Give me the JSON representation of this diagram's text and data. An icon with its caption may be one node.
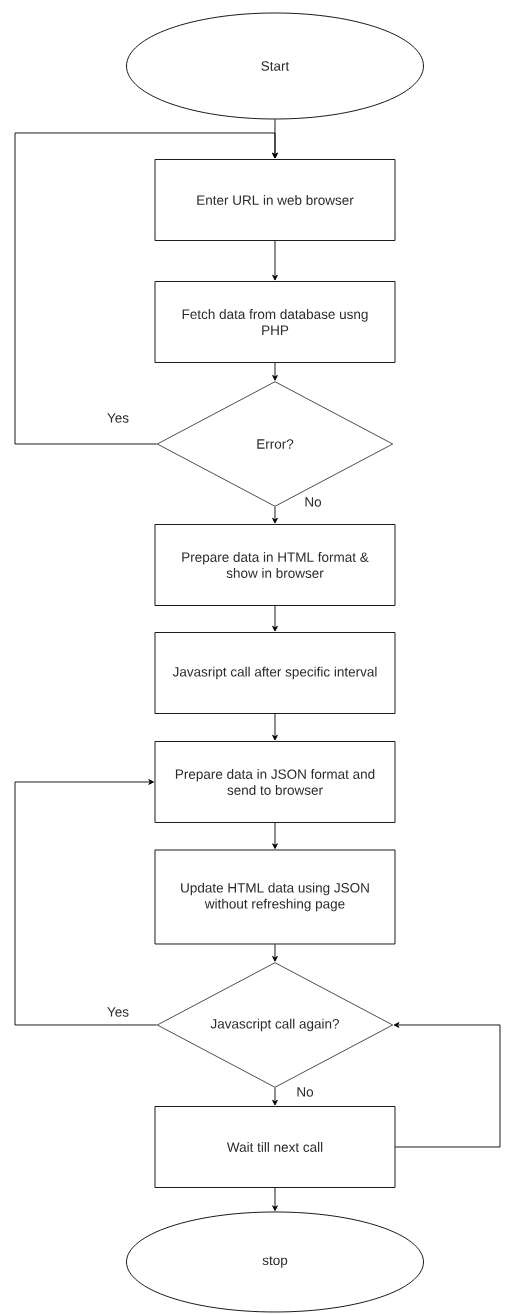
{
  "diagram": {
    "nodes": [
      {
        "text": [
          "Start"
        ]
      },
      {
        "text": [
          "Enter URL in web browser"
        ]
      },
      {
        "text": [
          "Fetch data from database usng PHP"
        ]
      },
      {
        "text": [
          "Error?"
        ]
      },
      {
        "text": [
          "Prepare data in HTML format & show in browser"
        ]
      },
      {
        "text": [
          "Javasript call after specific interval"
        ]
      },
      {
        "text": [
          "Prepare data in JSON format and send to browser"
        ]
      },
      {
        "text": [
          "Update HTML data using JSON without refreshing page"
        ]
      },
      {
        "text": [
          "Javascript call again?"
        ]
      },
      {
        "text": [
          "Wait till next call"
        ]
      },
      {
        "text": [
          "stop"
        ]
      }
    ],
    "edges": [
      {
        "from": 0,
        "to": 1,
        "arrow": "to"
      },
      {
        "from": 1,
        "to": 2,
        "arrow": "to"
      },
      {
        "from": 2,
        "to": 3,
        "arrow": "to"
      },
      {
        "from": 3,
        "to": 1,
        "arrow": "to",
        "label": "Yes"
      },
      {
        "from": 3,
        "to": 4,
        "arrow": "to",
        "label": "No"
      },
      {
        "from": 4,
        "to": 5,
        "arrow": "to"
      },
      {
        "from": 5,
        "to": 6,
        "arrow": "to"
      },
      {
        "from": 6,
        "to": 7,
        "arrow": "to"
      },
      {
        "from": 7,
        "to": 8,
        "arrow": "to"
      },
      {
        "from": 8,
        "to": 6,
        "arrow": "to",
        "label": "Yes"
      },
      {
        "from": 8,
        "to": 9,
        "arrow": "to",
        "label": "No"
      },
      {
        "from": 9,
        "to": 8,
        "arrow": "to"
      },
      {
        "from": 9,
        "to": 10,
        "arrow": "to"
      }
    ]
  }
}
